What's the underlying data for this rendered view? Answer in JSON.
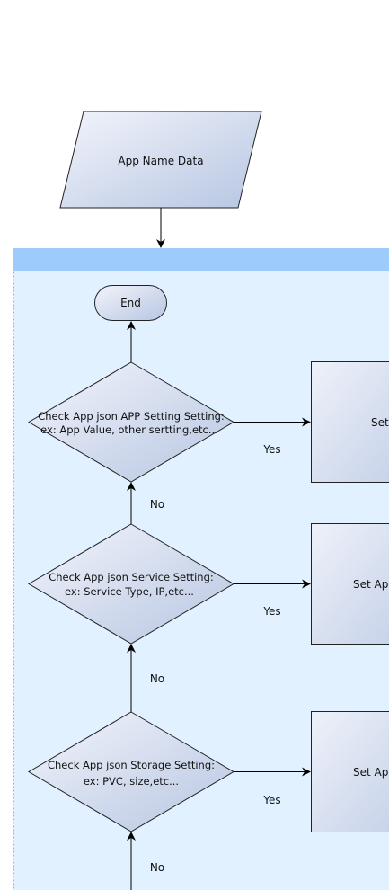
{
  "diagram": {
    "input_node": {
      "label": "App Name Data"
    },
    "container": {
      "title": ""
    },
    "end_node": {
      "label": "End"
    },
    "decisions": [
      {
        "line1": "Check App json APP Setting Setting:",
        "line2": "ex: App Value, other sertting,etc...",
        "yes_label": "Yes",
        "no_label": "No",
        "action_label": "Set"
      },
      {
        "line1": "Check App json Service Setting:",
        "line2": "ex: Service Type, IP,etc...",
        "yes_label": "Yes",
        "no_label": "No",
        "action_label": "Set App"
      },
      {
        "line1": "Check App json Storage Setting:",
        "line2": "ex: PVC, size,etc...",
        "yes_label": "Yes",
        "no_label": "No",
        "action_label": "Set App"
      }
    ]
  },
  "colors": {
    "shape_fill_light": "#eef1f9",
    "shape_fill_dark": "#b9c8e3",
    "shape_stroke": "#222222",
    "container_fill": "#e1f1ff",
    "container_header": "#9dcbfb",
    "container_border": "#8fb8dc",
    "line": "#000000"
  }
}
